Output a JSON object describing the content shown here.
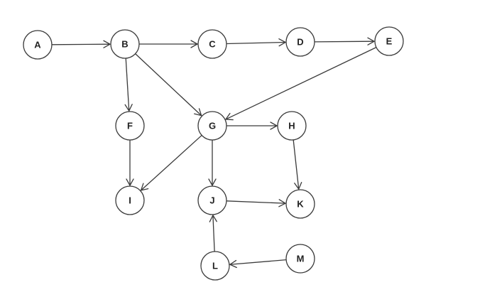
{
  "diagram": {
    "type": "directed-graph",
    "nodes": [
      {
        "id": "A",
        "label": "A"
      },
      {
        "id": "B",
        "label": "B"
      },
      {
        "id": "C",
        "label": "C"
      },
      {
        "id": "D",
        "label": "D"
      },
      {
        "id": "E",
        "label": "E"
      },
      {
        "id": "F",
        "label": "F"
      },
      {
        "id": "G",
        "label": "G"
      },
      {
        "id": "H",
        "label": "H"
      },
      {
        "id": "I",
        "label": "I"
      },
      {
        "id": "J",
        "label": "J"
      },
      {
        "id": "K",
        "label": "K"
      },
      {
        "id": "L",
        "label": "L"
      },
      {
        "id": "M",
        "label": "M"
      }
    ],
    "edges": [
      {
        "from": "A",
        "to": "B"
      },
      {
        "from": "B",
        "to": "C"
      },
      {
        "from": "C",
        "to": "D"
      },
      {
        "from": "D",
        "to": "E"
      },
      {
        "from": "B",
        "to": "F"
      },
      {
        "from": "B",
        "to": "G"
      },
      {
        "from": "E",
        "to": "G"
      },
      {
        "from": "F",
        "to": "I"
      },
      {
        "from": "G",
        "to": "I"
      },
      {
        "from": "G",
        "to": "H"
      },
      {
        "from": "G",
        "to": "J"
      },
      {
        "from": "H",
        "to": "K"
      },
      {
        "from": "J",
        "to": "K"
      },
      {
        "from": "L",
        "to": "J"
      },
      {
        "from": "M",
        "to": "L"
      }
    ],
    "colors": {
      "stroke": "#3a3a3a",
      "fill": "#ffffff",
      "text": "#222222"
    }
  }
}
